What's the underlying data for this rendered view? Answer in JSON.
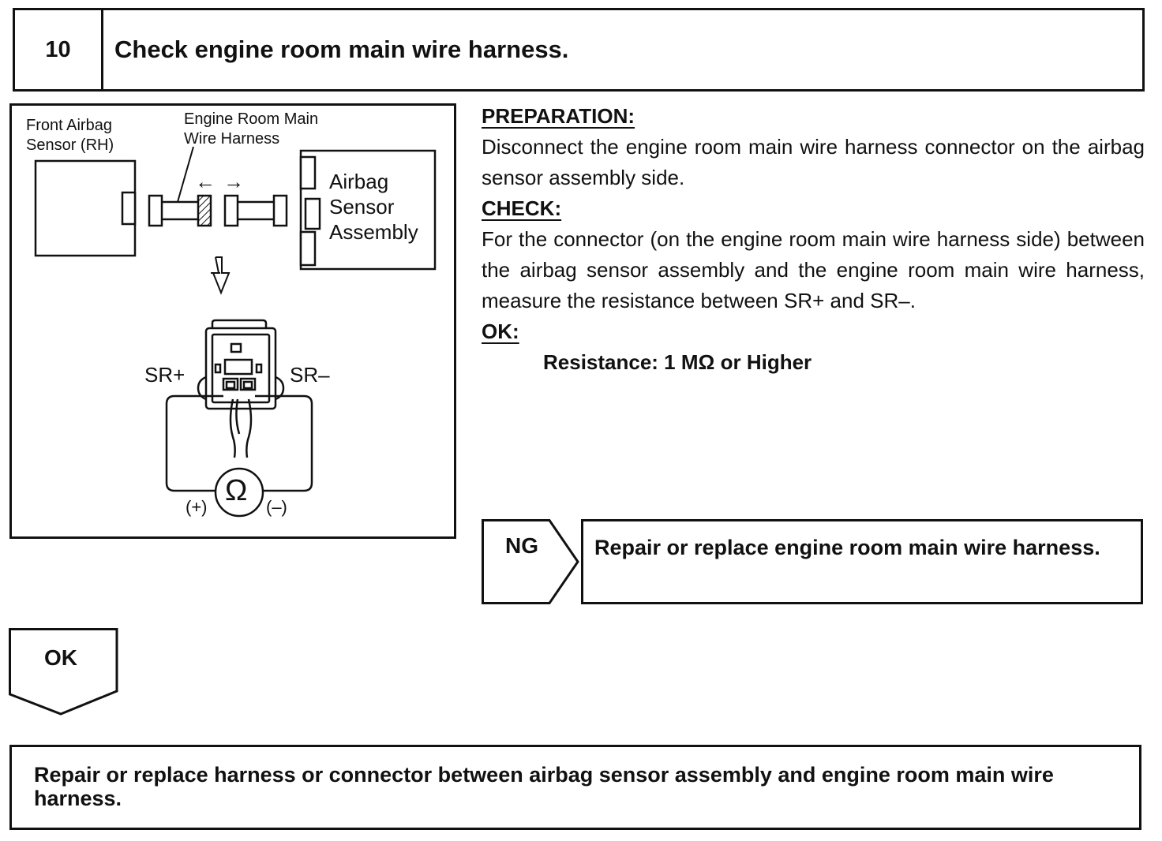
{
  "header": {
    "step_number": "10",
    "title": "Check engine room main wire harness."
  },
  "diagram": {
    "front_airbag_label_1": "Front Airbag",
    "front_airbag_label_2": "Sensor (RH)",
    "harness_label_1": "Engine  Room  Main",
    "harness_label_2": "Wire Harness",
    "assembly_label_1": "Airbag",
    "assembly_label_2": "Sensor",
    "assembly_label_3": "Assembly",
    "arrow_left": "←",
    "arrow_right": "→",
    "sr_plus": "SR+",
    "sr_minus": "SR–",
    "ohm_symbol": "Ω",
    "probe_plus": "(+)",
    "probe_minus": "(–)"
  },
  "instructions": {
    "preparation_heading": "PREPARATION:",
    "preparation_text": "Disconnect the engine room main wire harness connector on the airbag sensor assembly side.",
    "check_heading": "CHECK:",
    "check_text": "For the connector (on the engine room main wire harness side) between the airbag sensor assembly and the engine room main wire harness, measure the resistance between SR+ and SR–.",
    "ok_heading": "OK:",
    "ok_spec": "Resistance: 1 MΩ or Higher"
  },
  "ng": {
    "label": "NG",
    "result": "Repair or replace engine room main wire harness."
  },
  "ok": {
    "label": "OK",
    "result": "Repair or replace harness or connector between airbag sensor assembly and engine room main wire harness."
  }
}
